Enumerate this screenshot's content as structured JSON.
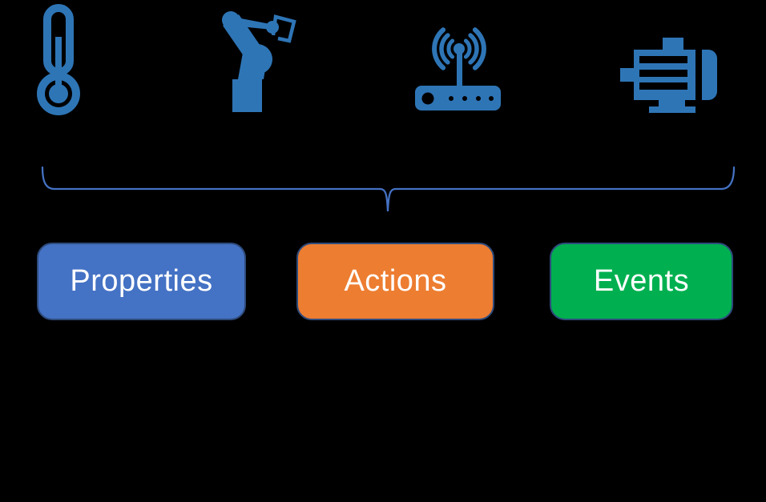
{
  "background": "#000000",
  "devices": {
    "icon_color": "#2E75B6",
    "items": [
      {
        "name": "thermometer"
      },
      {
        "name": "robot-arm"
      },
      {
        "name": "wireless-router"
      },
      {
        "name": "electric-motor"
      }
    ]
  },
  "brace": {
    "color": "#4472C4"
  },
  "interactions": {
    "buttons": [
      {
        "label": "Properties",
        "fill": "#4472C4",
        "border": "#2E4B7C",
        "text_color": "#FFFFFF"
      },
      {
        "label": "Actions",
        "fill": "#ED7D31",
        "border": "#2E4B7C",
        "text_color": "#FFFFFF"
      },
      {
        "label": "Events",
        "fill": "#00B050",
        "border": "#2E4B7C",
        "text_color": "#FFFFFF"
      }
    ]
  }
}
